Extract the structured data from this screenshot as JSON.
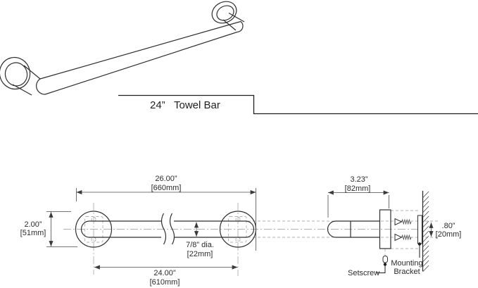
{
  "title": {
    "size": "24”",
    "product": "Towel Bar"
  },
  "front": {
    "overall": {
      "in": "26.00”",
      "mm": "[660mm]"
    },
    "centers": {
      "in": "24.00”",
      "mm": "[610mm]"
    },
    "height": {
      "in": "2.00”",
      "mm": "[51mm]"
    },
    "bar_dia": {
      "in": "7/8” dia.",
      "mm": "[22mm]"
    }
  },
  "side": {
    "projection": {
      "in": "3.23”",
      "mm": "[82mm]"
    },
    "screw_spacing": {
      "in": ".80”",
      "mm": "[20mm]"
    },
    "setscrew_label": "Setscrew",
    "bracket_line1": "Mounting",
    "bracket_line2": "Bracket"
  },
  "colors": {
    "object_line": "#2f2f2f",
    "dimension_line": "#4a4a4a",
    "hidden_line": "#b0b0b0",
    "text": "#2b2b2b",
    "background": "#ffffff"
  }
}
